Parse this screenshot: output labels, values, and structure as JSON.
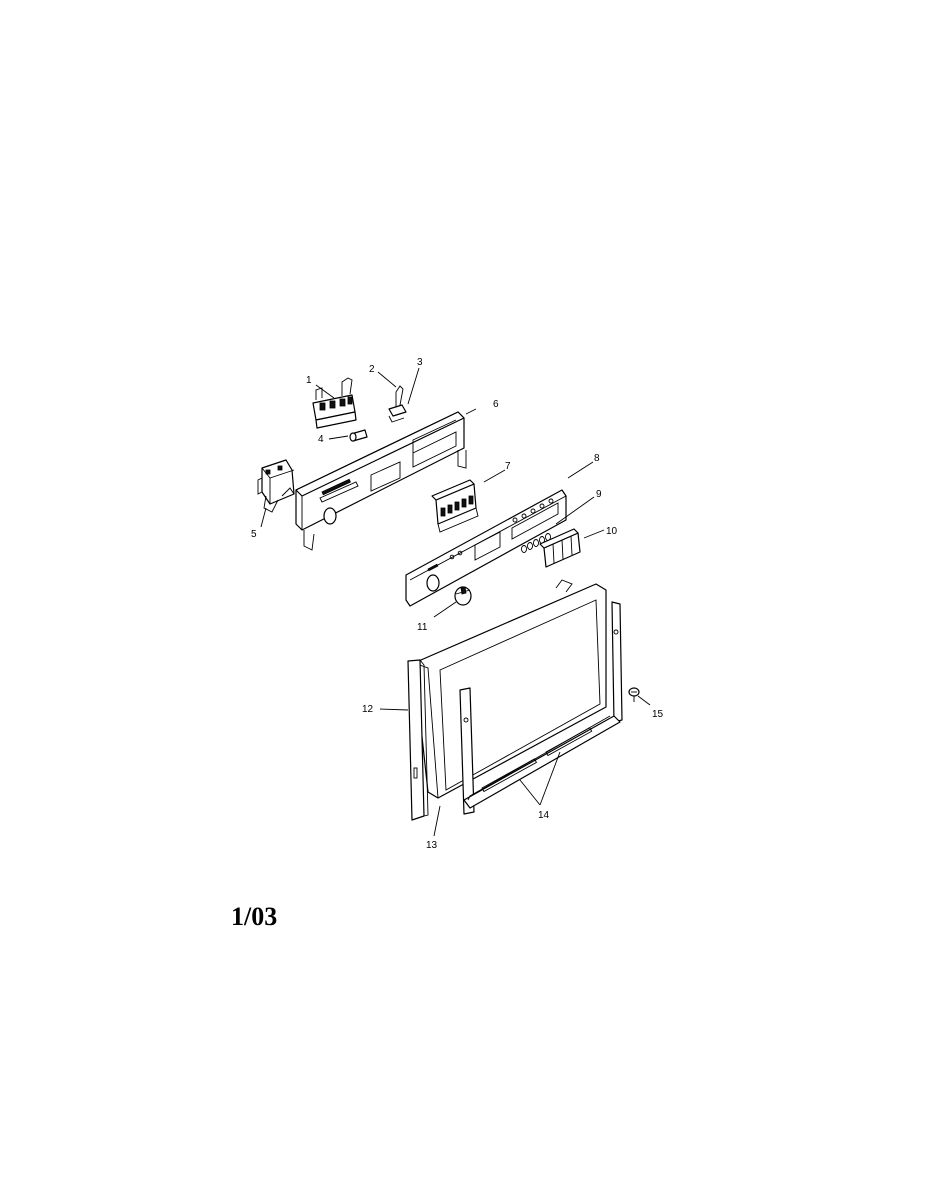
{
  "diagram": {
    "callouts": {
      "c1": "1",
      "c2": "2",
      "c3": "3",
      "c4": "4",
      "c5": "5",
      "c6": "6",
      "c7": "7",
      "c8": "8",
      "c9": "9",
      "c10": "10",
      "c11": "11",
      "c12": "12",
      "c13": "13",
      "c14": "14",
      "c15": "15"
    }
  },
  "footer": {
    "code": "1/03"
  }
}
